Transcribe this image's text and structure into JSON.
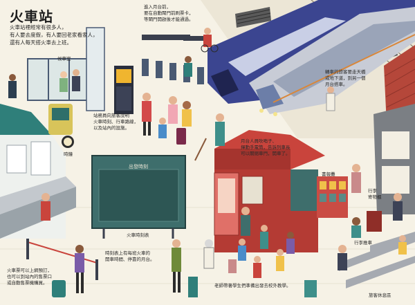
{
  "title": "火車站",
  "intro": "火車站裡經常有很多人，\n有人要去度假，有人要回老家看家人，\n還有人每天搭火車去上班。",
  "captions": {
    "gates": "進入月台前，\n要在自動閘門前刷票卡，\n等閘門開啟後才能通過。",
    "info_staff": "站務員向旅客說明\n火車時刻、行車路線，\n以及站內的設施。",
    "platform_staff": "月台人員吹哨子、\n揮動手電筒，告訴列車長\n可以關閉車門，開車了。",
    "transfer": "轉車的旅客要走天橋\n或地下道，到另一個\n月台搭車。",
    "ticket": "火車票可以上網預訂，\n也可以到站內的售票口\n或自動售票機購買。",
    "timetable_desc": "時刻表上有每班火車的\n開車時間、停靠的月台。",
    "teacher": "老師帶著學生們準備出發去校外教學。"
  },
  "labels": {
    "waiting_room": "候車室",
    "clock": "時鐘",
    "board": "出發時刻",
    "timetable": "火車時刻表",
    "newsstand": "書報攤",
    "luggage": "行李\n寄物櫃",
    "cart": "行李推車",
    "lounge": "旅客休息區"
  },
  "colors": {
    "roof": "#2f7f7a",
    "board": "#3e6e6c",
    "kiosk": "#c9443c",
    "train": "#3b4590",
    "floor": "#f3efe3"
  }
}
